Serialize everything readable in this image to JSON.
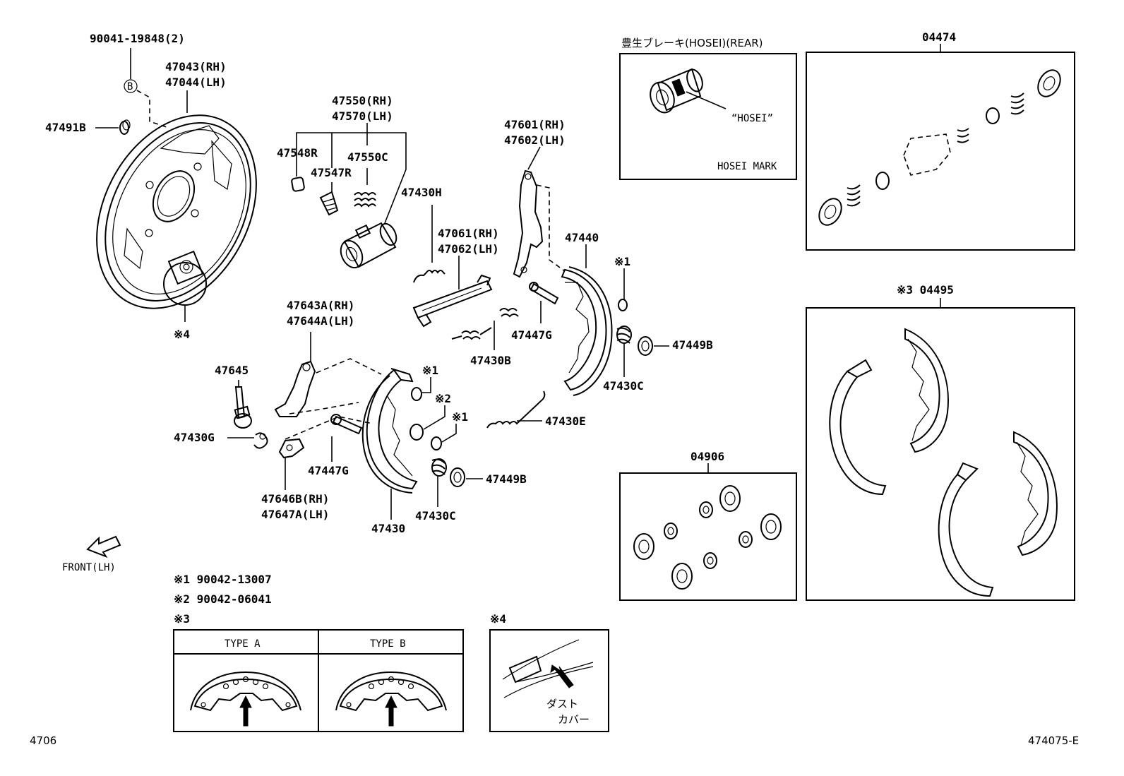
{
  "labels": {
    "p90041": "90041-19848(2)",
    "p47043": "47043(RH)",
    "p47044": "47044(LH)",
    "p47491b": "47491B",
    "mark_b": "B",
    "note4_mark": "※4",
    "p47550": "47550(RH)",
    "p47570": "47570(LH)",
    "p47548r": "47548R",
    "p47547r": "47547R",
    "p47550c": "47550C",
    "p47430h": "47430H",
    "p47061": "47061(RH)",
    "p47062": "47062(LH)",
    "p47601": "47601(RH)",
    "p47602": "47602(LH)",
    "p47440": "47440",
    "n1_a": "※1",
    "p47447g_a": "47447G",
    "p47430b": "47430B",
    "p47449b_a": "47449B",
    "p47430c_a": "47430C",
    "p47643a": "47643A(RH)",
    "p47644a": "47644A(LH)",
    "p47645": "47645",
    "p47430g": "47430G",
    "n1_b": "※1",
    "n2": "※2",
    "n1_c": "※1",
    "p47430e": "47430E",
    "p47447g_b": "47447G",
    "p47449b_b": "47449B",
    "p47646b": "47646B(RH)",
    "p47647a": "47647A(LH)",
    "p47430": "47430",
    "p47430c_b": "47430C",
    "front": "FRONT(LH)",
    "hosei_title": "豊生ブレーキ(HOSEI)(REAR)",
    "hosei_quote": "“HOSEI”",
    "hosei_mark": "HOSEI MARK",
    "k04474": "04474",
    "k04495": "※3 04495",
    "k04906": "04906",
    "note1": "※1  90042-13007",
    "note2": "※2  90042-06041",
    "note3_mark": "※3",
    "type_a": "TYPE A",
    "type_b": "TYPE B",
    "note4_mark2": "※4",
    "dust1": "ダスト",
    "dust2": "カバー",
    "page_code": "4706",
    "fig_code": "474075-E"
  }
}
